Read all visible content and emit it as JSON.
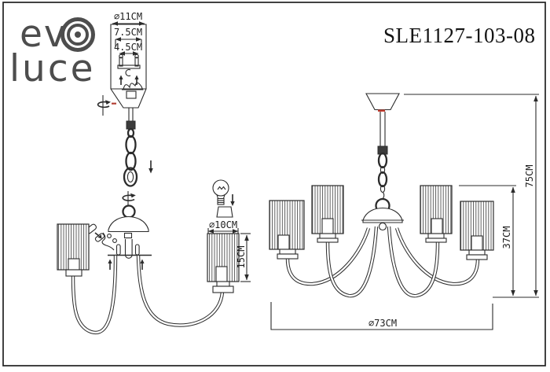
{
  "page": {
    "background": "#ffffff",
    "border_color": "#222222"
  },
  "brand": {
    "logo_line1": "ev",
    "logo_line2": "luce",
    "logo_mark": "concentric-circles-icon",
    "logo_color": "#4d4d4d"
  },
  "product": {
    "model": "SLE1127-103-08"
  },
  "diagram": {
    "ink_color": "#2b2b2b",
    "accent_color": "#c0392b",
    "canopy_detail": {
      "diameter_label": "⌀11CM",
      "bracket_span_label": "7.5CM",
      "bracket_inner_label": "4.5CM"
    },
    "shade_detail": {
      "diameter_label": "⌀10CM",
      "height_label": "15CM"
    },
    "overall": {
      "hanging_height_label": "75CM",
      "body_height_label": "37CM",
      "fixture_diameter_label": "⌀73CM"
    }
  }
}
